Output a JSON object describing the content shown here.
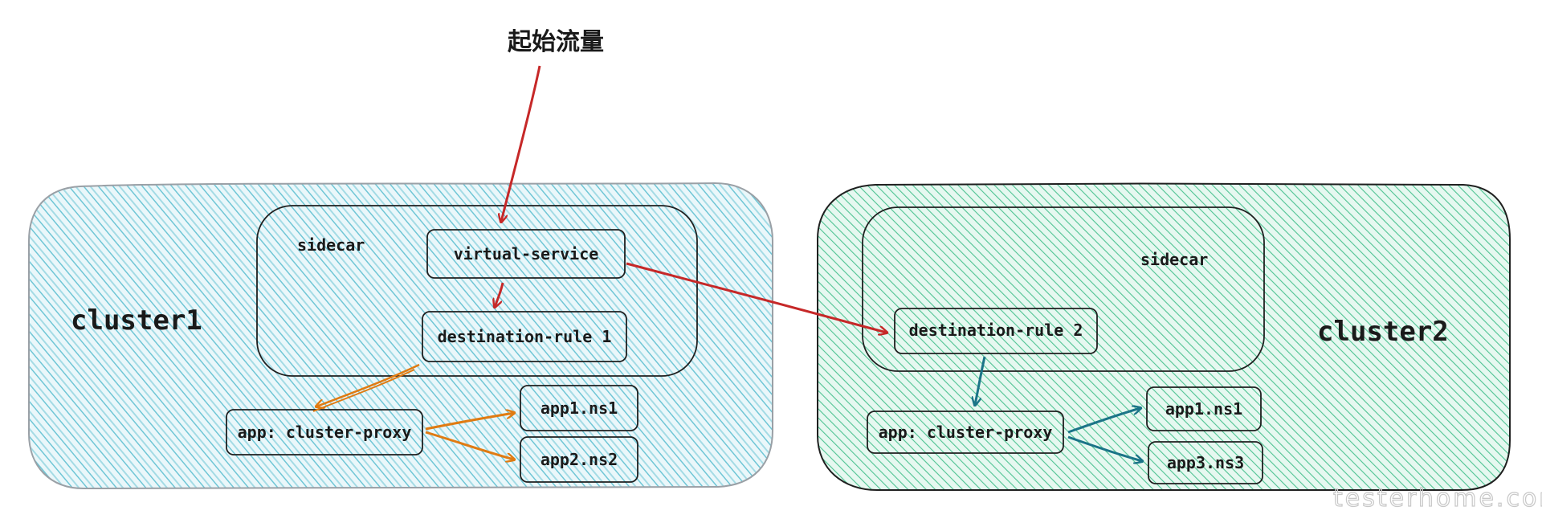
{
  "title": "起始流量",
  "colors": {
    "cluster1_fill": "#a8dde6",
    "cluster2_fill": "#7ed6b4",
    "red_arrow": "#c62828",
    "orange_arrow": "#e07b12",
    "teal_arrow": "#1b7488",
    "outline": "#1f1f1f"
  },
  "cluster1": {
    "label": "cluster1",
    "sidecar": {
      "label": "sidecar",
      "virtual_service": "virtual-service",
      "destination_rule": "destination-rule 1"
    },
    "proxy": "app: cluster-proxy",
    "apps": [
      "app1.ns1",
      "app2.ns2"
    ]
  },
  "cluster2": {
    "label": "cluster2",
    "sidecar": {
      "label": "sidecar",
      "destination_rule": "destination-rule 2"
    },
    "proxy": "app: cluster-proxy",
    "apps": [
      "app1.ns1",
      "app3.ns3"
    ]
  },
  "watermark": "testerhome.com"
}
